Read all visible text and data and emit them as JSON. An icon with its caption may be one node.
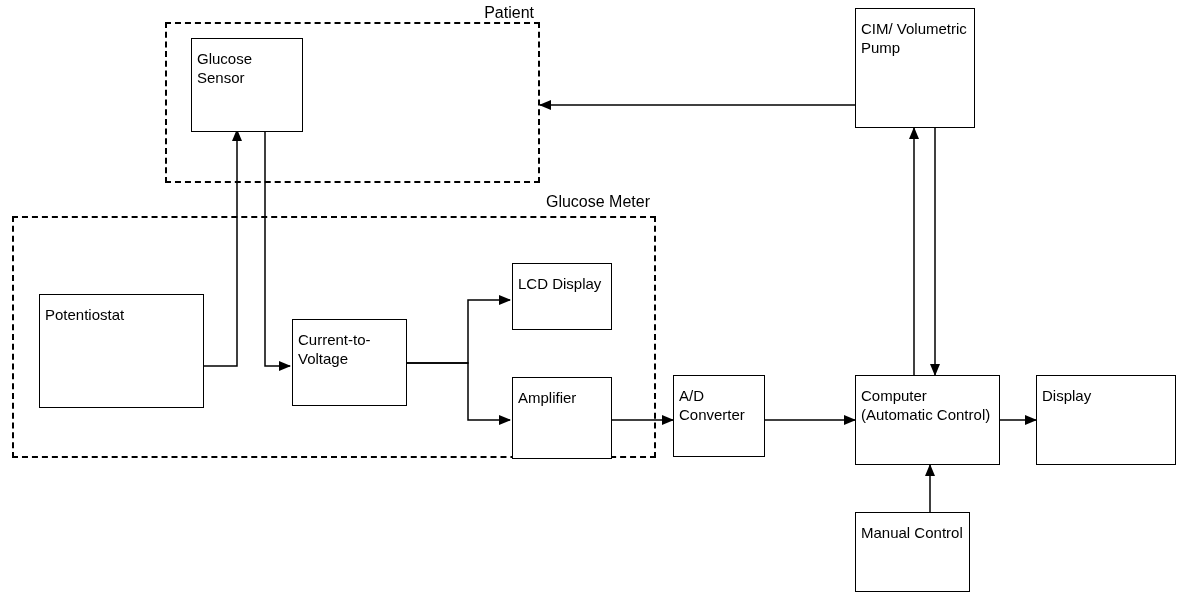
{
  "diagram": {
    "nodes": [
      {
        "text": [
          "Patient"
        ]
      },
      {
        "text": [
          "Glucose Sensor"
        ],
        "in": 0
      },
      {
        "text": [
          "Glucose Meter"
        ]
      },
      {
        "text": [
          "Potentiostat"
        ],
        "in": 2
      },
      {
        "text": [
          "Current-to- Voltage"
        ],
        "in": 2
      },
      {
        "text": [
          "LCD Display"
        ],
        "in": 2
      },
      {
        "text": [
          "Amplifier"
        ],
        "in": 2
      },
      {
        "text": [
          "CIM/ Volumetric Pump"
        ]
      },
      {
        "text": [
          "A/D Converter"
        ]
      },
      {
        "text": [
          "Computer (Automatic Control)"
        ]
      },
      {
        "text": [
          "Display"
        ]
      },
      {
        "text": [
          "Manual Control"
        ]
      }
    ],
    "edges": [
      {
        "from": 3,
        "to": 1,
        "arrow": "to"
      },
      {
        "from": 1,
        "to": 4,
        "arrow": "to"
      },
      {
        "from": 4,
        "to": 5,
        "arrow": "to"
      },
      {
        "from": 4,
        "to": 6,
        "arrow": "to"
      },
      {
        "from": 6,
        "to": 8,
        "arrow": "to"
      },
      {
        "from": 8,
        "to": 9,
        "arrow": "to"
      },
      {
        "from": 9,
        "to": 10,
        "arrow": "to"
      },
      {
        "from": 11,
        "to": 9,
        "arrow": "to"
      },
      {
        "from": 9,
        "to": 7,
        "arrow": "to"
      },
      {
        "from": 7,
        "to": 9,
        "arrow": "to"
      },
      {
        "from": 7,
        "to": 0,
        "arrow": "to"
      }
    ]
  }
}
